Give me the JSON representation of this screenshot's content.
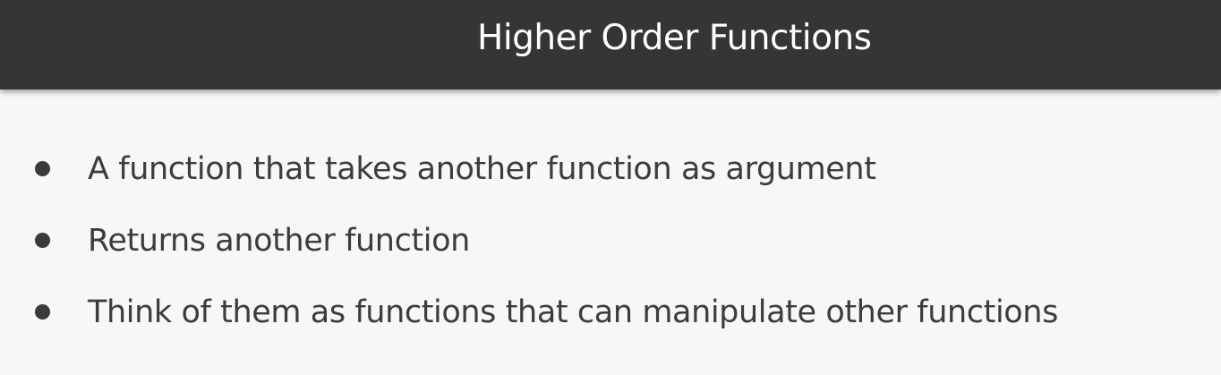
{
  "slide": {
    "title": "Higher Order Functions",
    "bullets": [
      {
        "text": "A function that takes another function as argument"
      },
      {
        "text": "Returns another function"
      },
      {
        "text": "Think of them as functions that can manipulate other functions"
      }
    ]
  },
  "colors": {
    "title_bar": "#353535",
    "title_text": "#ffffff",
    "background": "#f7f7f7",
    "body_text": "#3c3c3c"
  }
}
